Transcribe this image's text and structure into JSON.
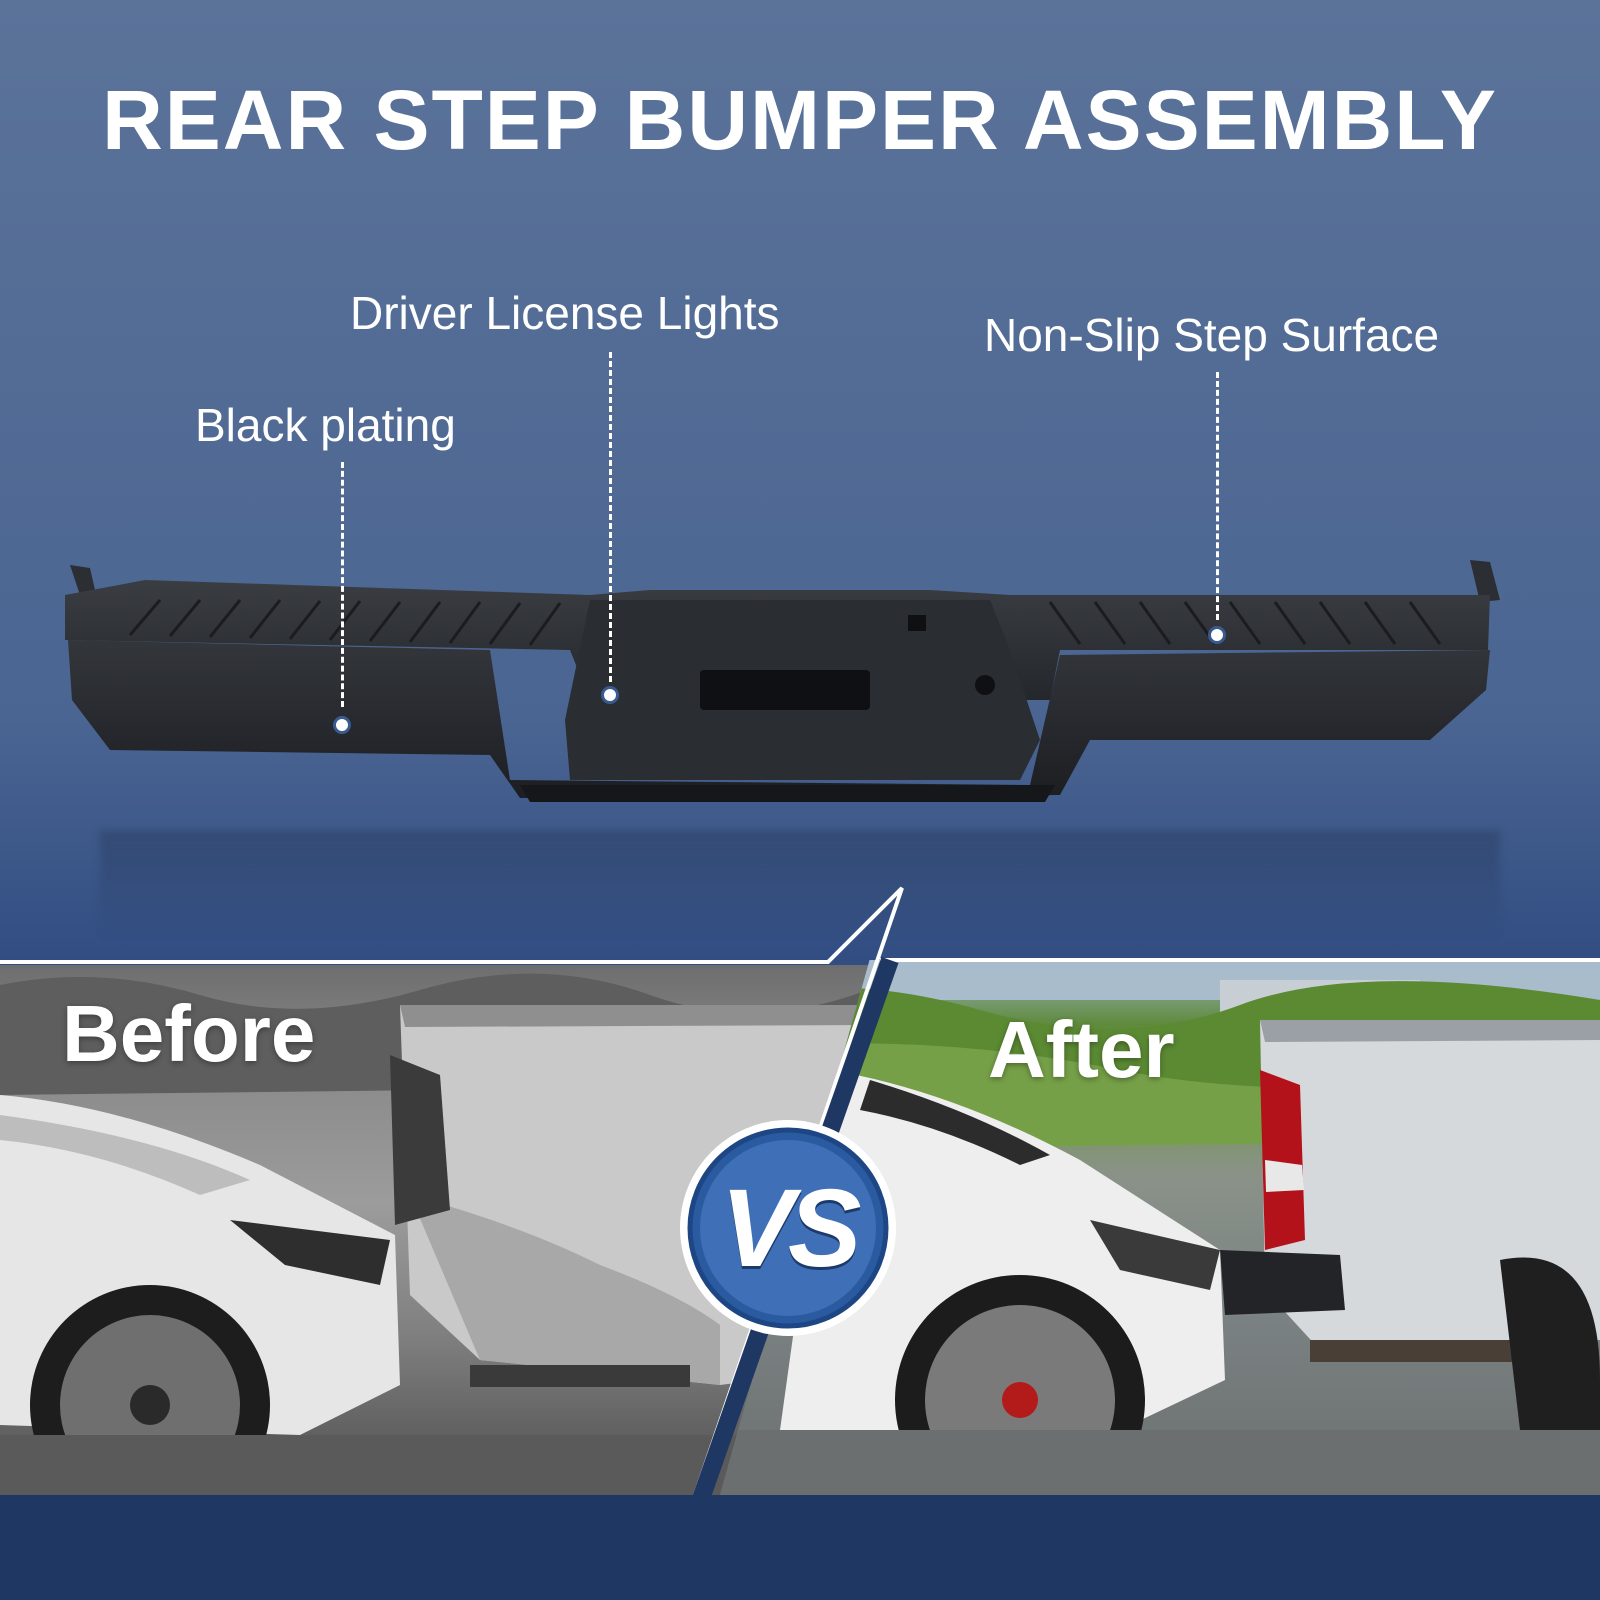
{
  "title": "REAR STEP BUMPER ASSEMBLY",
  "callouts": {
    "black_plating": "Black plating",
    "driver_license_lights": "Driver License Lights",
    "non_slip_step_surface": "Non-Slip Step Surface"
  },
  "comparison": {
    "before_label": "Before",
    "after_label": "After",
    "vs_label": "VS"
  },
  "colors": {
    "background_top": "#5b7399",
    "background_bottom": "#203965",
    "accent_blue": "#2a5aa0",
    "text": "#ffffff"
  },
  "icons": {
    "vs_badge": "vs-badge-icon",
    "callout_dot": "callout-dot-icon"
  }
}
